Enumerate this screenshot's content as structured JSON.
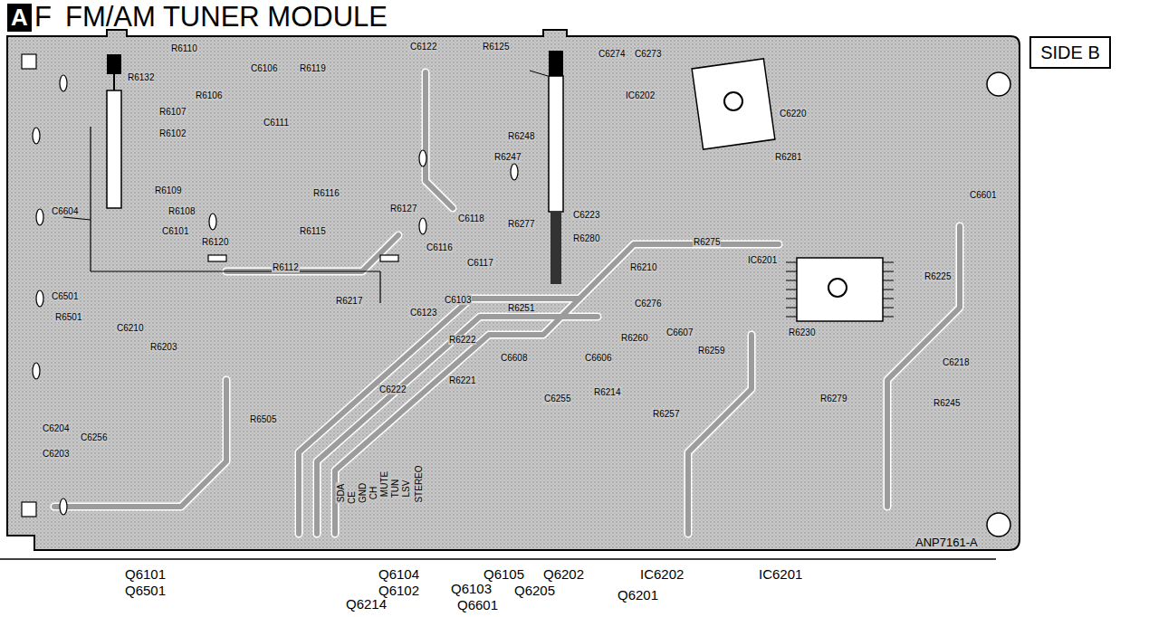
{
  "diagram": {
    "title": "FM/AM TUNER MODULE",
    "nodes": [
      {
        "text": [
          "A"
        ]
      },
      {
        "text": [
          "SIDE B"
        ]
      }
    ],
    "labels": [
      "F",
      "ANP7161-A",
      "Q6101",
      "Q6501",
      "Q6104",
      "Q6102",
      "Q6105",
      "Q6202",
      "Q6205",
      "IC6202",
      "Q6201",
      "IC6201",
      "Q6103",
      "Q6214",
      "Q6601",
      "R6110",
      "C6106",
      "R6119",
      "C6122",
      "R6125",
      "C6274",
      "C6273",
      "R6132",
      "R6107",
      "R6102",
      "R6106",
      "R6109",
      "R6108",
      "C6101",
      "R6120",
      "R6116",
      "R6115",
      "R6112",
      "C6111",
      "R6127",
      "C6116",
      "C6117",
      "C6118",
      "R6217",
      "C6123",
      "C6103",
      "R6248",
      "R6247",
      "R6277",
      "R6280",
      "C6223",
      "IC6202",
      "C6220",
      "R6281",
      "C6601",
      "R6225",
      "IC6201",
      "R6230",
      "C6218",
      "R6245",
      "R6279",
      "R6259",
      "C6607",
      "R6260",
      "C6606",
      "C6608",
      "R6251",
      "C6255",
      "R6214",
      "R6257",
      "R6221",
      "R6222",
      "C6222",
      "R6505",
      "C6256",
      "C6204",
      "C6203",
      "C6210",
      "R6203",
      "C6501",
      "C6604",
      "R6501",
      "R6275",
      "R6210",
      "C6276",
      "STEREO",
      "LSV",
      "TUN",
      "MUTE",
      "CH",
      "GND",
      "CE",
      "SDA"
    ]
  }
}
